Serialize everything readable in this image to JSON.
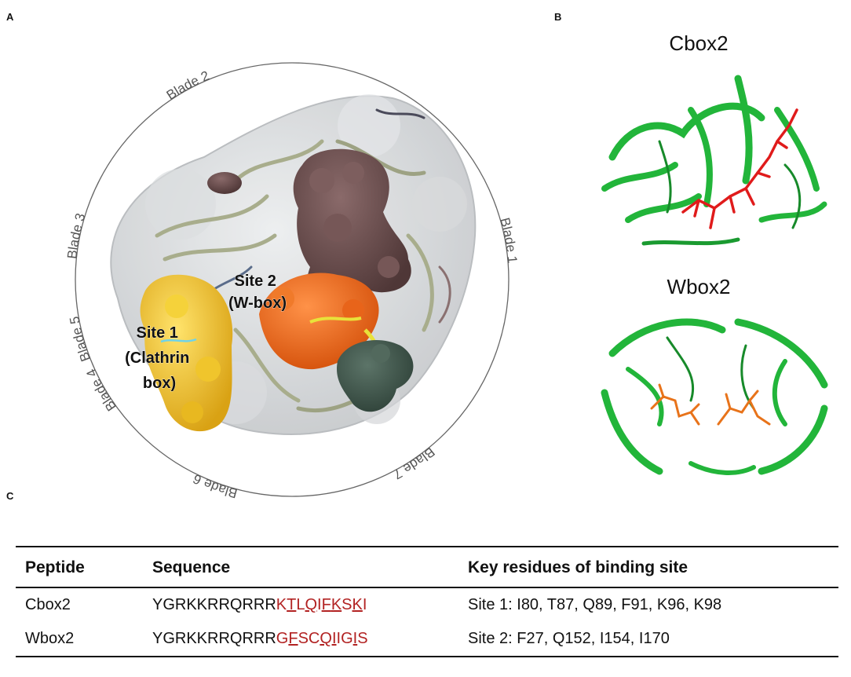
{
  "panel_labels": {
    "a": "A",
    "b": "B",
    "c": "C"
  },
  "panel_a": {
    "blades": [
      "Blade 1",
      "Blade 2",
      "Blade 3",
      "Blade 4",
      "Blade 5",
      "Blade 6",
      "Blade 7"
    ],
    "site1_lines": [
      "Site 1",
      "(Clathrin",
      "box)"
    ],
    "site2_lines": [
      "Site 2",
      "(W-box)"
    ],
    "colors": {
      "site1": "#f2c21b",
      "site2": "#f26a10",
      "purple_patch": "#6e4f4f",
      "dark_green_patch": "#3d5248",
      "surface": "#d6d8da",
      "ribbon": "#a8ad8c"
    }
  },
  "panel_b": {
    "cbox_title": "Cbox2",
    "wbox_title": "Wbox2",
    "colors": {
      "protein": "#22b53a",
      "cbox_peptide": "#e01b1b",
      "wbox_peptide": "#e8731a"
    }
  },
  "table": {
    "headers": [
      "Peptide",
      "Sequence",
      "Key residues of binding site"
    ],
    "rows": [
      {
        "peptide": "Cbox2",
        "seq_plain": "YGRKKRRQRRR",
        "seq_hl": [
          {
            "t": "K",
            "u": false
          },
          {
            "t": "T",
            "u": true
          },
          {
            "t": "L",
            "u": false
          },
          {
            "t": "Q",
            "u": true
          },
          {
            "t": "I",
            "u": false
          },
          {
            "t": "F",
            "u": true
          },
          {
            "t": "K",
            "u": true
          },
          {
            "t": "S",
            "u": false
          },
          {
            "t": "K",
            "u": true
          },
          {
            "t": "I",
            "u": false
          }
        ],
        "residues": "Site 1: I80, T87, Q89, F91, K96, K98"
      },
      {
        "peptide": "Wbox2",
        "seq_plain": "YGRKKRRQRRR",
        "seq_hl": [
          {
            "t": "G",
            "u": false
          },
          {
            "t": "F",
            "u": true
          },
          {
            "t": "S",
            "u": false
          },
          {
            "t": "C",
            "u": false
          },
          {
            "t": "Q",
            "u": true
          },
          {
            "t": "I",
            "u": true
          },
          {
            "t": "I",
            "u": false
          },
          {
            "t": "G",
            "u": false
          },
          {
            "t": "I",
            "u": true
          },
          {
            "t": "S",
            "u": false
          }
        ],
        "residues": "Site 2: F27, Q152, I154, I170"
      }
    ]
  }
}
